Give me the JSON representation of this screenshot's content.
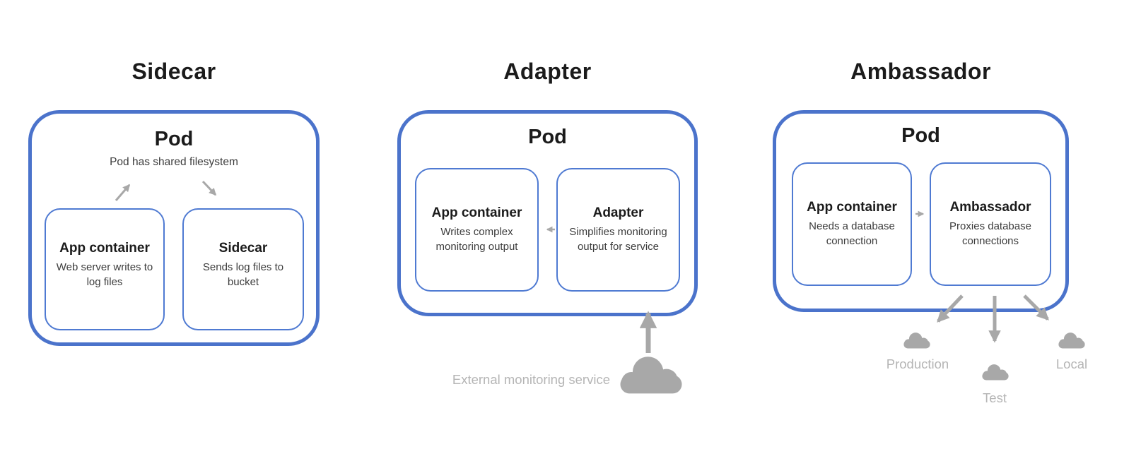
{
  "colors": {
    "background": "#ffffff",
    "pod_border": "#4b73cb",
    "container_border": "#4f7ad2",
    "heading_text": "#1b1b1b",
    "body_text": "#3c3c3c",
    "arrow_gray": "#a8a8a8",
    "label_gray": "#b5b5b5"
  },
  "icons": {
    "cloud": "cloud-icon",
    "arrow": "arrow-icon"
  },
  "panels": [
    {
      "title": "Sidecar",
      "pod": {
        "label": "Pod",
        "note": "Pod has shared filesystem",
        "containers": [
          {
            "name": "App container",
            "description": "Web server writes to log files"
          },
          {
            "name": "Sidecar",
            "description": "Sends log files to bucket"
          }
        ]
      }
    },
    {
      "title": "Adapter",
      "pod": {
        "label": "Pod",
        "containers": [
          {
            "name": "App container",
            "description": "Writes complex monitoring output"
          },
          {
            "name": "Adapter",
            "description": "Simplifies monitoring output for service"
          }
        ]
      },
      "external": {
        "label": "External monitoring service"
      }
    },
    {
      "title": "Ambassador",
      "pod": {
        "label": "Pod",
        "containers": [
          {
            "name": "App container",
            "description": "Needs a database connection"
          },
          {
            "name": "Ambassador",
            "description": "Proxies database connections"
          }
        ]
      },
      "environments": [
        {
          "label": "Production"
        },
        {
          "label": "Test"
        },
        {
          "label": "Local"
        }
      ]
    }
  ]
}
